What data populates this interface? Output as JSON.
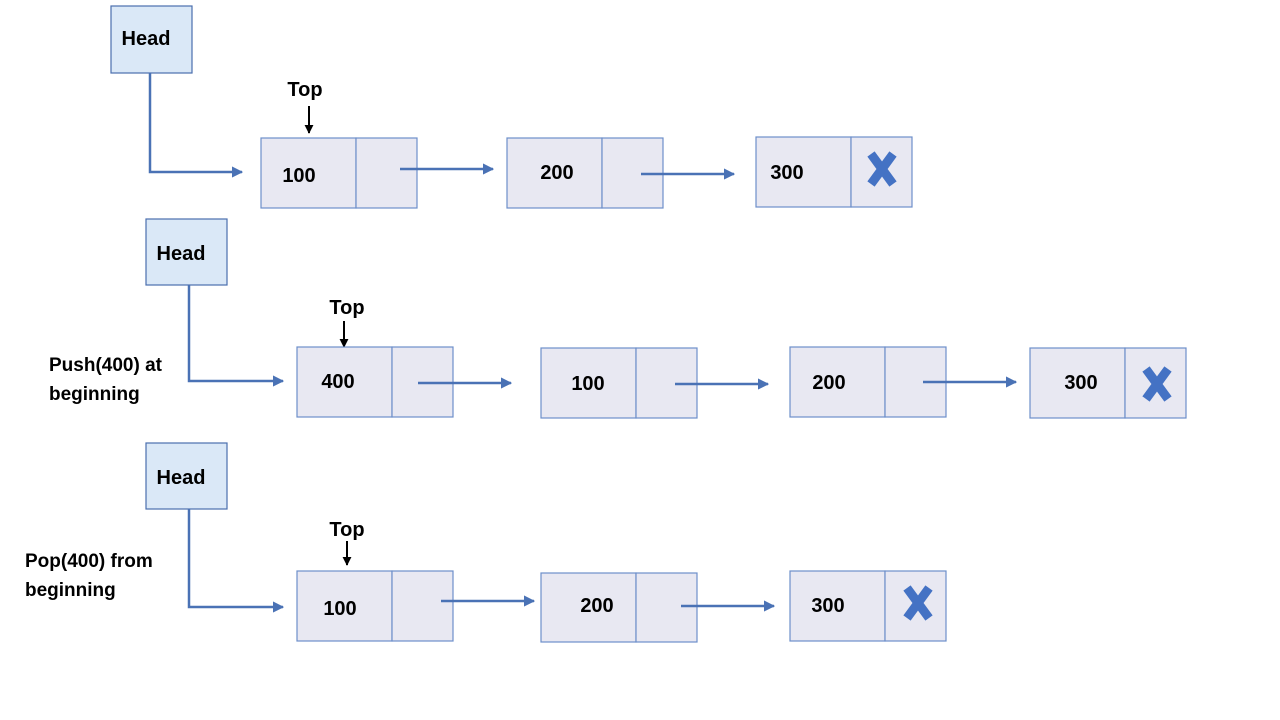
{
  "colors": {
    "head_fill": "#dae8f7",
    "head_stroke": "#4a6fae",
    "node_fill": "#e8e8f2",
    "node_stroke": "#6d8fca",
    "link": "#4a72b5",
    "null_mark": "#4472c4",
    "top_arrow": "#000000"
  },
  "icons": {
    "null_marker": "x-mark-icon"
  },
  "rows": [
    {
      "caption_lines": [],
      "head_label": "Head",
      "top_label": "Top",
      "nodes": [
        "100",
        "200",
        "300"
      ]
    },
    {
      "caption_lines": [
        "Push(400) at",
        "beginning"
      ],
      "head_label": "Head",
      "top_label": "Top",
      "nodes": [
        "400",
        "100",
        "200",
        "300"
      ]
    },
    {
      "caption_lines": [
        "Pop(400) from",
        "beginning"
      ],
      "head_label": "Head",
      "top_label": "Top",
      "nodes": [
        "100",
        "200",
        "300"
      ]
    }
  ]
}
